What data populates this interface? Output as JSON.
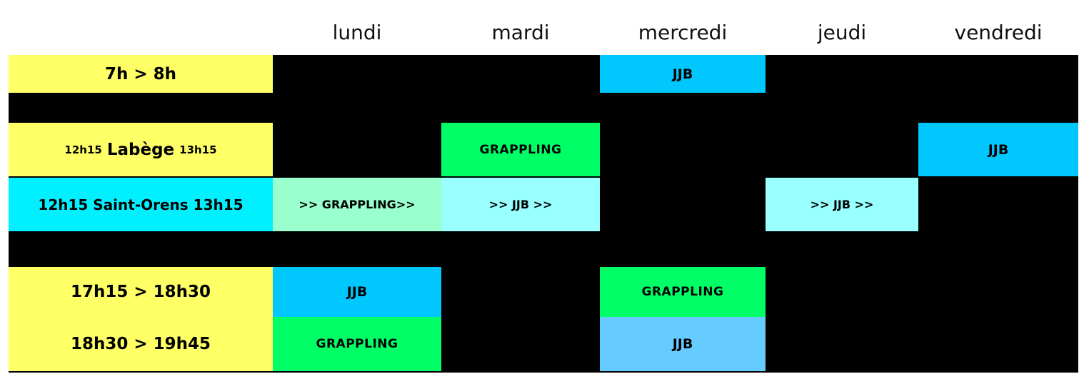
{
  "days": [
    "lundi",
    "mardi",
    "mercredi",
    "jeudi",
    "vendredi"
  ],
  "times": {
    "t1": "7h > 8h",
    "labege": {
      "start": "12h15",
      "place": "Labège",
      "end": "13h15"
    },
    "stOrens": "12h15 Saint-Orens 13h15",
    "t4": "17h15 > 18h30",
    "t5": "18h30 > 19h45"
  },
  "sessions": {
    "wed_7h": "JJB",
    "tue_labege": "GRAPPLING",
    "fri_labege": "JJB",
    "mon_stOrens": ">> GRAPPLING>>",
    "tue_stOrens": ">> JJB >>",
    "thu_stOrens": ">> JJB >>",
    "mon_1715": "JJB",
    "wed_1715": "GRAPPLING",
    "mon_1830": "GRAPPLING",
    "wed_1830": "JJB"
  },
  "colors": {
    "time_yellow": "#ffff66",
    "saint_orens_cyan": "#00f0ff",
    "jjb_blue": "#00c8ff",
    "jjb_light_blue": "#66ccff",
    "grappling_green": "#00ff66",
    "light_grappling": "#99ffcc",
    "light_jjb": "#99ffff",
    "background": "#000000"
  }
}
